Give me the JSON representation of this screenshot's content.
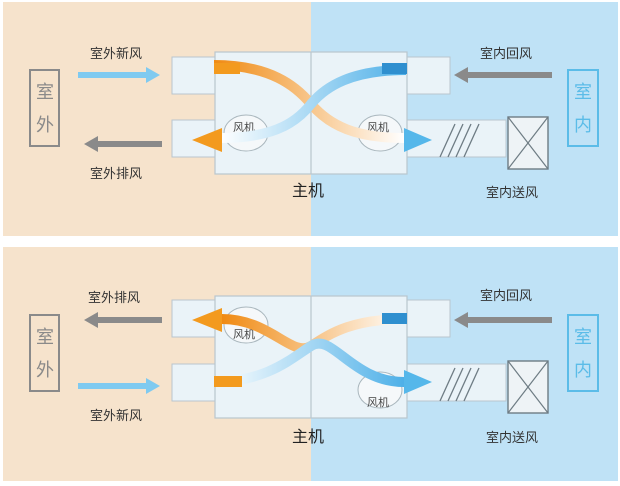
{
  "panels": [
    {
      "outdoor_label": "室外",
      "indoor_label": "室内",
      "top_left_label": "室外新风",
      "bottom_left_label": "室外排风",
      "top_right_label": "室内回风",
      "bottom_right_label": "室内送风",
      "fan_left_label": "风机",
      "fan_right_label": "风机",
      "unit_label": "主机"
    },
    {
      "outdoor_label": "室外",
      "indoor_label": "室内",
      "top_left_label": "室外排风",
      "bottom_left_label": "室外新风",
      "top_right_label": "室内回风",
      "bottom_right_label": "室内送风",
      "fan_left_label": "风机",
      "fan_right_label": "风机",
      "unit_label": "主机"
    }
  ],
  "colors": {
    "outdoor_bg": "#f6e3cc",
    "indoor_bg": "#bfe2f6",
    "fresh_arrow": "#7fcaf0",
    "exhaust_arrow": "#8a8a8a",
    "warm_flow": "#f39a1e",
    "cool_flow": "#55b7ea",
    "outdoor_text": "#8a8a8a",
    "indoor_text": "#5bbce8"
  }
}
